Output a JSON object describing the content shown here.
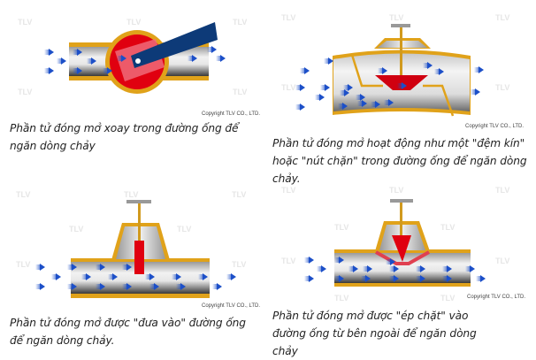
{
  "watermark": "TLV",
  "copyright": "Copyright TLV CO., LTD.",
  "colors": {
    "pipe_gold": "#e0a21a",
    "disc_red": "#e00010",
    "handle_blue": "#0d3a78",
    "arrow_blue": "#1c4fc8"
  },
  "panels": [
    {
      "caption": "Phần tử đóng mở xoay trong đường ống để ngăn dòng chảy"
    },
    {
      "caption": "Phần tử đóng mở hoạt động như một \"đệm kín\" hoặc \"nút chặn\" trong đường ống để ngăn dòng chảy."
    },
    {
      "caption": "Phần tử đóng mở được \"đưa vào\" đường ống để ngăn dòng chảy."
    },
    {
      "caption": "Phần tử đóng mở được \"ép chặt\" vào đường ống từ bên ngoài để ngăn dòng chảy"
    }
  ]
}
